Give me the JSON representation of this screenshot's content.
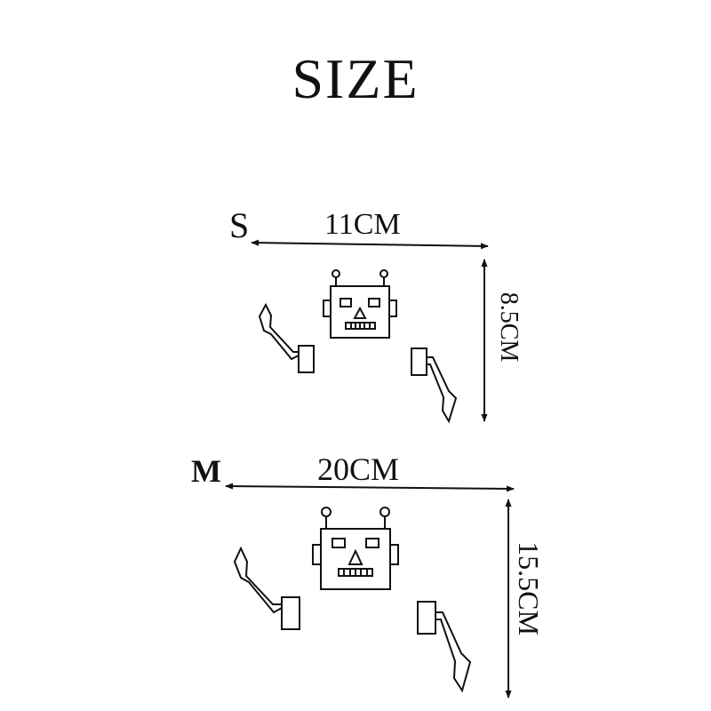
{
  "title": "SIZE",
  "sizes": [
    {
      "label": "S",
      "width": "11CM",
      "height": "8.5CM"
    },
    {
      "label": "M",
      "width": "20CM",
      "height": "15.5CM"
    }
  ],
  "colors": {
    "line": "#111111",
    "background": "#ffffff"
  },
  "icons": [
    "robot-head-icon",
    "robot-arm-icon"
  ]
}
